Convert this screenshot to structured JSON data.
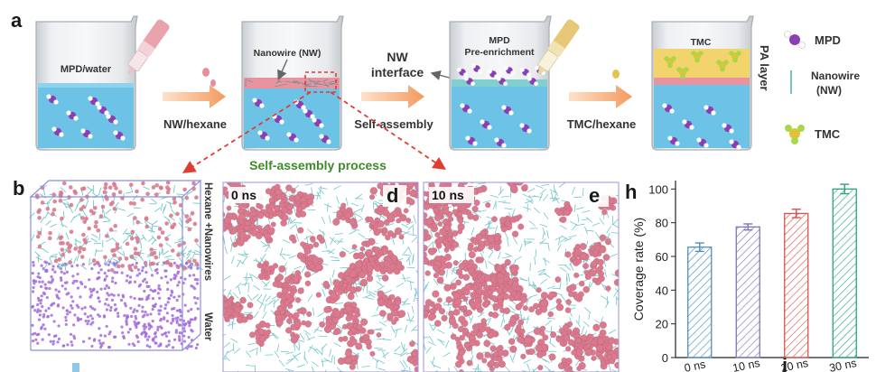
{
  "panel_letters": {
    "a": "a",
    "b": "b",
    "d": "d",
    "e": "e",
    "h": "h",
    "i": "i"
  },
  "scheme": {
    "beaker1_label": "MPD/water",
    "beaker2_label": "Nanowire (NW)",
    "beaker3_label_line1": "MPD",
    "beaker3_label_line2": "Pre-enrichment",
    "beaker4_label": "TMC",
    "step1_label": "NW/hexane",
    "step2_label": "Self-assembly",
    "step3_label": "TMC/hexane",
    "interface_line1": "NW",
    "interface_line2": "interface",
    "pa_layer_label": "PA layer"
  },
  "legend": {
    "mpd": "MPD",
    "nw_line1": "Nanowire",
    "nw_line2": "(NW)",
    "tmc": "TMC"
  },
  "self_assembly_title": "Self-assembly process",
  "panel_b": {
    "side_label_top": "Hexane +Nanowires",
    "side_label_bottom": "Water"
  },
  "panel_d": {
    "time_label": "0 ns"
  },
  "panel_e": {
    "time_label": "10 ns"
  },
  "colors": {
    "water": "#6cc3e6",
    "nw_layer": "#e8939f",
    "tmc_layer": "#f2d36c",
    "nanowire_cyan": "#72c6c8",
    "cluster_pink": "#d97a8e",
    "mpd_purple": "#8a3fb5",
    "water_sim_purple": "#a36bdc",
    "arrow_orange": "#f5a46a",
    "dashed_red": "#e03c31",
    "title_green": "#3d8b2b",
    "bar0": "#4f8fc0",
    "bar1": "#7d76b8",
    "bar2": "#d9534a",
    "bar3": "#2ea27d"
  },
  "chart_data": {
    "type": "bar",
    "categories": [
      "0 ns",
      "10 ns",
      "20 ns",
      "30 ns"
    ],
    "values": [
      65.5,
      77.5,
      85.5,
      100
    ],
    "errors": [
      2.5,
      1.8,
      2.5,
      2.8
    ],
    "ylabel": "Coverage rate (%)",
    "ylim": [
      0,
      105
    ],
    "yticks": [
      0,
      20,
      40,
      60,
      80,
      100
    ],
    "bar_colors": [
      "#4f8fc0",
      "#7d76b8",
      "#d9534a",
      "#2ea27d"
    ],
    "hatched": true,
    "grid": false
  }
}
